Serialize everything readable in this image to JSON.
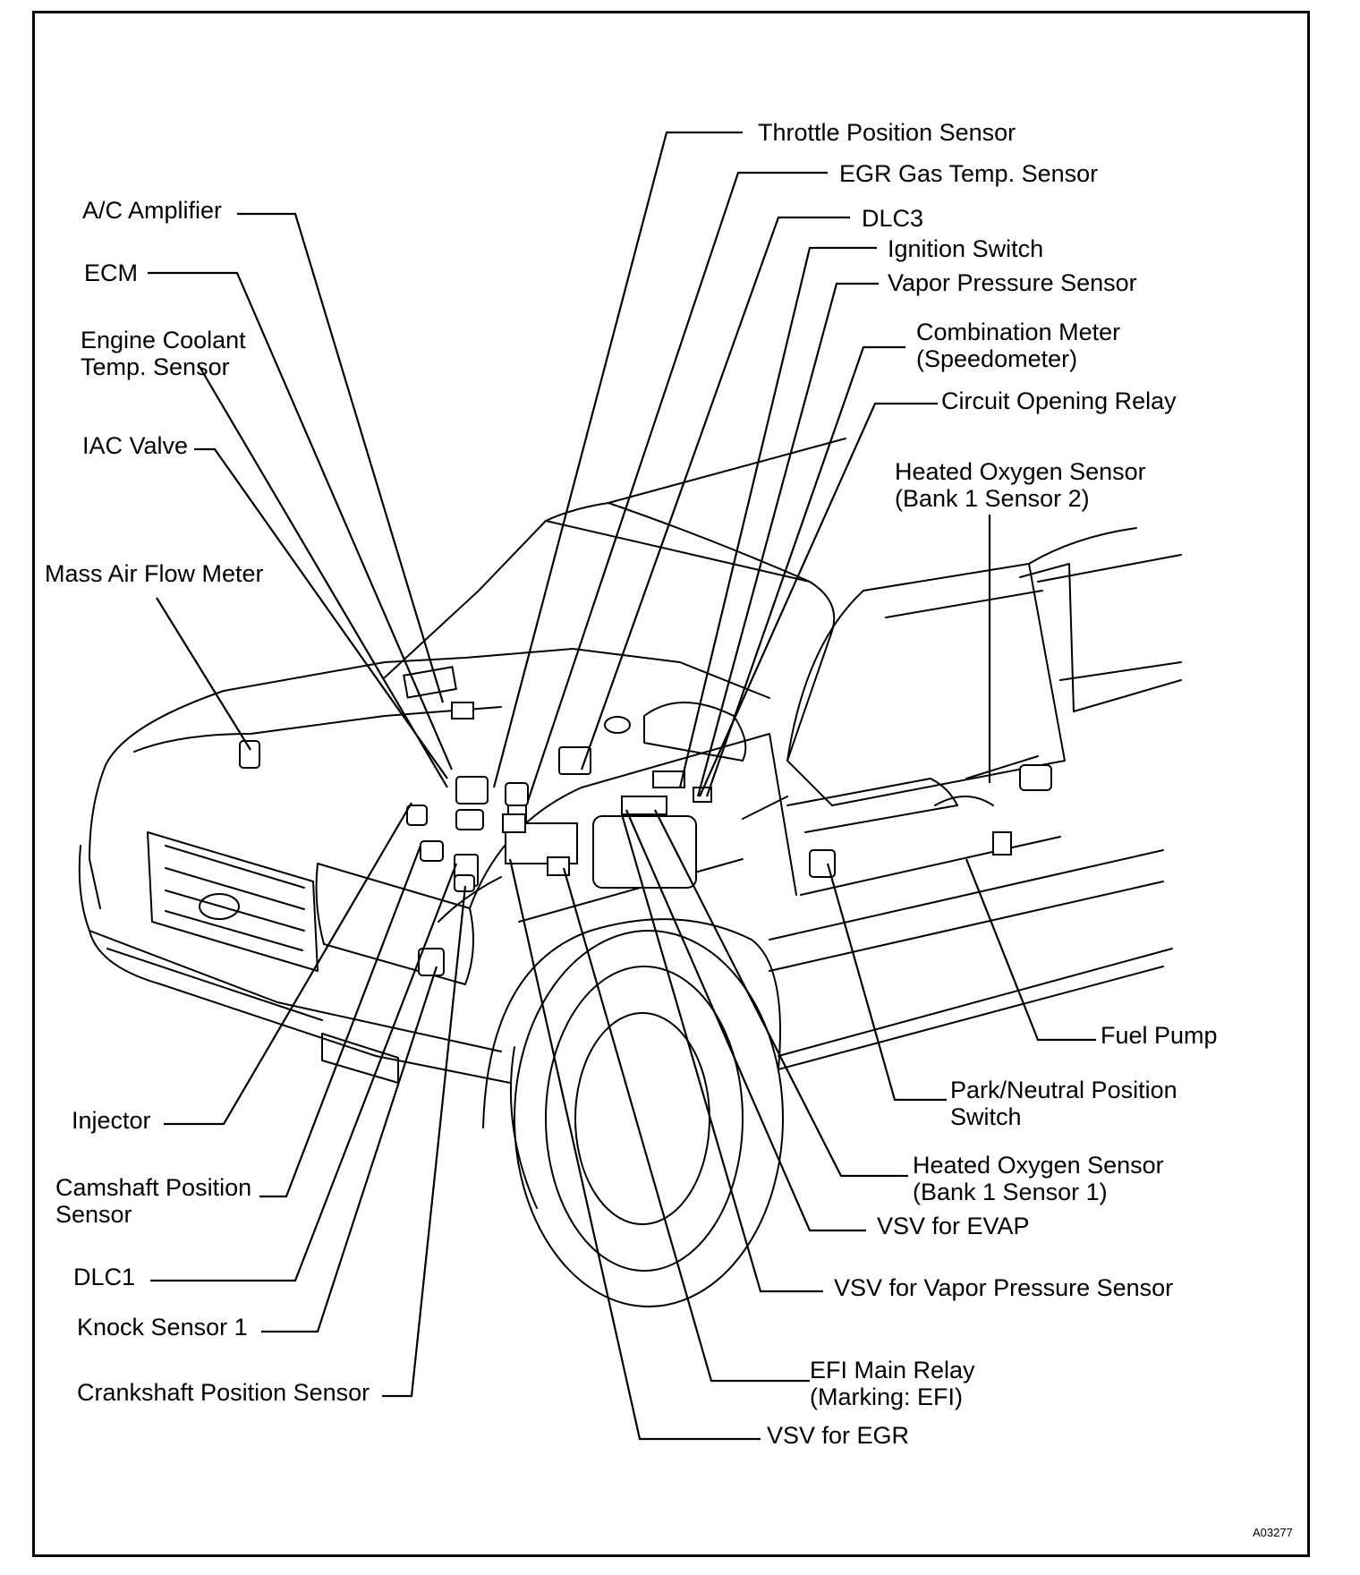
{
  "labels": {
    "throttle_position_sensor": "Throttle Position Sensor",
    "egr_gas_temp_sensor": "EGR Gas Temp. Sensor",
    "dlc3": "DLC3",
    "ignition_switch": "Ignition Switch",
    "vapor_pressure_sensor": "Vapor Pressure Sensor",
    "combination_meter": "Combination Meter\n(Speedometer)",
    "circuit_opening_relay": "Circuit Opening Relay",
    "heated_oxygen_sensor_b1s2": "Heated Oxygen Sensor\n(Bank 1 Sensor 2)",
    "ac_amplifier": "A/C Amplifier",
    "ecm": "ECM",
    "engine_coolant_temp_sensor": "Engine Coolant\nTemp. Sensor",
    "iac_valve": "IAC Valve",
    "mass_air_flow_meter": "Mass Air Flow Meter",
    "injector": "Injector",
    "camshaft_position_sensor": "Camshaft Position\nSensor",
    "dlc1": "DLC1",
    "knock_sensor_1": "Knock Sensor 1",
    "crankshaft_position_sensor": "Crankshaft Position Sensor",
    "fuel_pump": "Fuel Pump",
    "park_neutral_position_switch": "Park/Neutral Position\nSwitch",
    "heated_oxygen_sensor_b1s1": "Heated Oxygen Sensor\n(Bank 1 Sensor 1)",
    "vsv_for_evap": "VSV for EVAP",
    "vsv_for_vapor_pressure_sensor": "VSV for Vapor Pressure Sensor",
    "efi_main_relay": "EFI Main Relay\n(Marking: EFI)",
    "vsv_for_egr": "VSV for EGR"
  },
  "figure_code": "A03277"
}
